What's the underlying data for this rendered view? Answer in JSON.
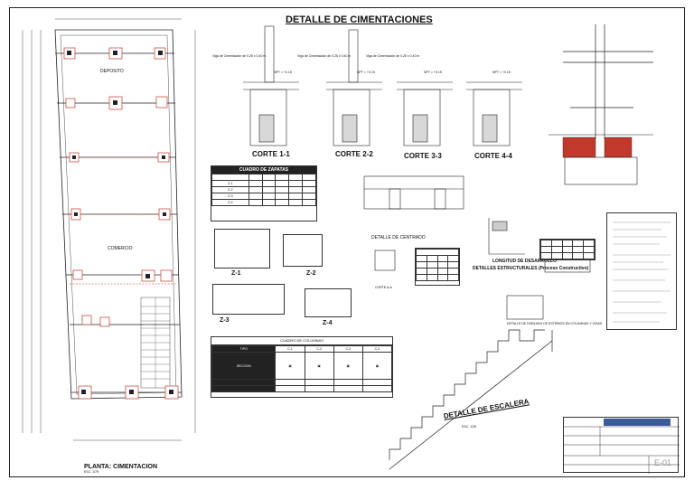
{
  "sheet": {
    "title": "DETALLE DE CIMENTACIONES",
    "plan_title": "PLANTA: CIMENTACION",
    "plan_scale": "ESC: 1/75",
    "stair_title": "DETALLE DE ESCALERA",
    "stair_scale": "ESC: 1/25",
    "sheet_code": "E-01"
  },
  "cortes": [
    {
      "label": "CORTE 1-1",
      "beam_note": "Viga de Cimentación de 0.25 x 0.40 m",
      "npt": "NPT = +0.15"
    },
    {
      "label": "CORTE 2-2",
      "beam_note": "Viga de Cimentación de 0.25 x 0.40 m",
      "npt": "NPT = +0.15"
    },
    {
      "label": "CORTE 3-3",
      "beam_note": "Viga de Cimentación de 0.25 x 0.40 m",
      "npt": "NPT = +0.15"
    },
    {
      "label": "CORTE 4-4",
      "beam_note": "",
      "npt": "NPT = +0.15"
    }
  ],
  "zapatas_table": {
    "title": "CUADRO DE ZAPATAS",
    "rows": [
      "Z-1",
      "Z-2",
      "Z-3",
      "Z-4"
    ]
  },
  "zapatas": [
    "Z-1",
    "Z-2",
    "Z-3",
    "Z-4"
  ],
  "columnas_table": {
    "title": "CUADRO DE COLUMNAS",
    "headers": [
      "TIPO",
      "C-1",
      "C-2",
      "C-3",
      "C-4"
    ],
    "row_label": "SECCION"
  },
  "details": {
    "centrado": "DETALLE DE CENTRADO",
    "desarrollo": "LONGITUD DE DESARROLLO",
    "estructurales": "DETALLES ESTRUCTURALES (Proceso Constructivo)",
    "corte_aa": "CORTE A-A",
    "estribos": "DETALLE DE DOBLADO DE ESTRIBOS EN COLUMNAS Y VIGAS"
  },
  "rooms": [
    "DEPOSITO",
    "COMERCIO"
  ],
  "colors": {
    "concrete": "#c0392b",
    "line": "#222222",
    "dashed": "#d04040"
  }
}
